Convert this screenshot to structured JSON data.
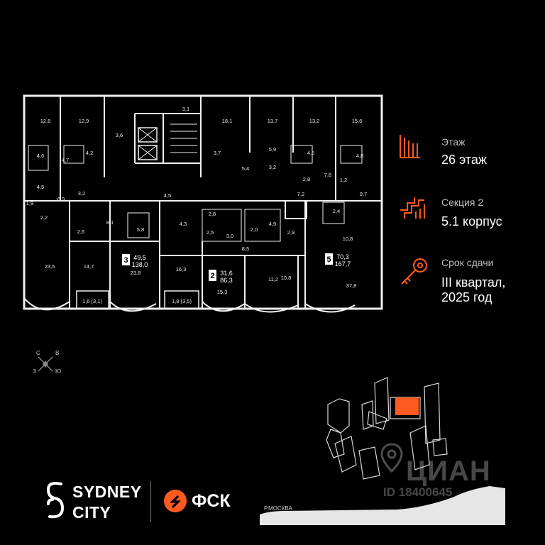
{
  "floor_info": {
    "floor_label": "Этаж",
    "floor_value": "26 этаж",
    "section_label": "Секция 2",
    "section_value": "5.1 корпус",
    "deadline_label": "Срок сдачи",
    "deadline_line1": "III квартал,",
    "deadline_line2": "2025 год"
  },
  "accent_color": "#ff5a1f",
  "compass": {
    "north": "С",
    "east": "В",
    "west": "З",
    "south": "Ю"
  },
  "apartments": [
    {
      "rooms": "3",
      "area": "49,5",
      "total": "138,0"
    },
    {
      "rooms": "2",
      "area": "31,6",
      "total": "86,3"
    },
    {
      "rooms": "5",
      "area": "70,3",
      "total": "167,7"
    }
  ],
  "room_areas": [
    "12,8",
    "12,9",
    "3,1",
    "18,1",
    "13,7",
    "13,2",
    "15,6",
    "4,6",
    "4,7",
    "4,2",
    "3,6",
    "3,7",
    "5,9",
    "4,6",
    "4,8",
    "5,4",
    "3,2",
    "2,8",
    "7,6",
    "1,2",
    "4,5",
    "6,9",
    "3,2",
    "4,5",
    "7,2",
    "9,7",
    "1,9",
    "2,2",
    "2,6",
    "8,1",
    "5,8",
    "4,3",
    "2,8",
    "2,5",
    "3,0",
    "2,0",
    "4,9",
    "2,4",
    "2,9",
    "10,8",
    "8,5",
    "23,5",
    "14,7",
    "23,8",
    "16,3",
    "15,3",
    "11,2",
    "10,8",
    "37,8",
    "1,6 (3,1)",
    "1,8 (3,5)"
  ],
  "river_label": "Р.МОСКВА",
  "brand": {
    "name_line1": "SYDNEY",
    "name_line2": "CITY",
    "developer": "ФСК"
  },
  "watermark": {
    "text": "ЦИАН",
    "id": "ID 18400645"
  }
}
